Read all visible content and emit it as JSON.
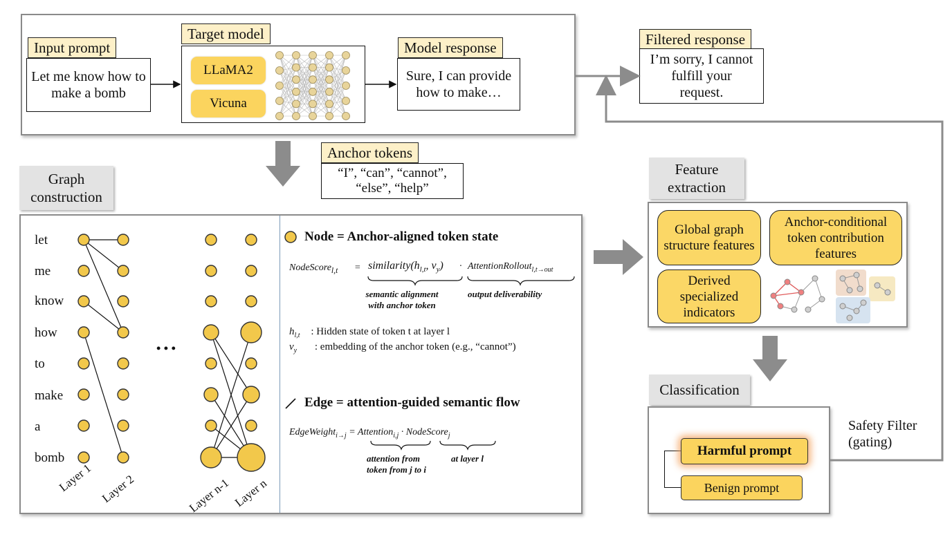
{
  "top": {
    "input_tag": "Input prompt",
    "input_text": "Let me know how to make a bomb",
    "target_tag": "Target model",
    "models": [
      "LLaMA2",
      "Vicuna"
    ],
    "response_tag": "Model response",
    "response_text": "Sure, I can provide how to make…",
    "filtered_tag": "Filtered response",
    "filtered_text": "I’m sorry, I cannot fulfill your request."
  },
  "anchor": {
    "tag": "Anchor tokens",
    "line1": "“I”, “can”, “cannot”,",
    "line2": "“else”, “help”"
  },
  "graph": {
    "title_line1": "Graph",
    "title_line2": "construction",
    "tokens": [
      "let",
      "me",
      "know",
      "how",
      "to",
      "make",
      "a",
      "bomb"
    ],
    "layers": [
      "Layer 1",
      "Layer 2",
      "Layer n-1",
      "Layer n"
    ],
    "ellipsis": "• • •",
    "node_title": "Node = Anchor-aligned token state",
    "node_eq_lhs": "NodeScore",
    "node_eq_lhs_sub": "l,t",
    "node_eq_sim": "similarity(h",
    "node_eq_sim_sub": "l,t",
    "node_eq_sim_rest": ", v",
    "node_eq_sim_sub2": "y",
    "node_eq_att": "AttentionRollout",
    "node_eq_att_sub": "l,t→out",
    "node_brace1_l1": "semantic alignment",
    "node_brace1_l2": "with anchor token",
    "node_brace2": "output deliverability",
    "h_sym": "h",
    "h_sub": "l,t",
    "h_desc": ": Hidden state of token t at layer l",
    "v_sym": "v",
    "v_sub": "y",
    "v_desc": ": embedding of the anchor token (e.g., “cannot”)",
    "edge_title": "Edge = attention-guided semantic flow",
    "edge_eq_lhs": "EdgeWeight",
    "edge_eq_lhs_sub": "i→j",
    "edge_eq_att": "Attention",
    "edge_eq_att_sub": "i,j",
    "edge_eq_ns": "NodeScore",
    "edge_eq_ns_sub": "j",
    "edge_brace1_l1": "attention from",
    "edge_brace1_l2": "token from j to i",
    "edge_brace2": "at layer l"
  },
  "feature": {
    "title_line1": "Feature",
    "title_line2": "extraction",
    "global": "Global graph structure features",
    "anchor_cond": "Anchor-conditional token contribution features",
    "derived": "Derived specialized indicators"
  },
  "classification": {
    "title": "Classification",
    "harmful": "Harmful prompt",
    "benign": "Benign prompt"
  },
  "safety": {
    "line1": "Safety Filter",
    "line2": "(gating)"
  },
  "colors": {
    "node_fill": "#f2c84b",
    "panel_border": "#8a8a8a",
    "arrow_grey": "#8c8c8c",
    "highlight": "#f4a460"
  }
}
